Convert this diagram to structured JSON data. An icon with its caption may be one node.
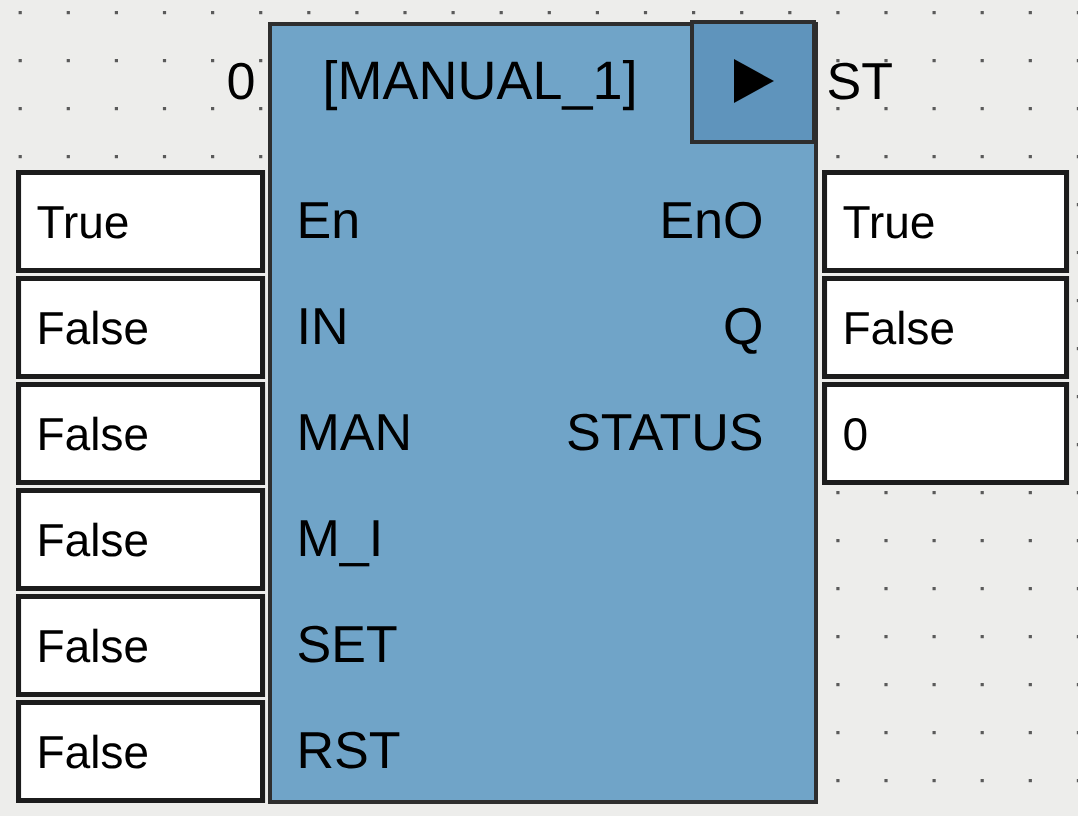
{
  "diagram": {
    "nodes": [
      {
        "text": [
          "[MANUAL_1]",
          "En",
          "EnO",
          "IN",
          "Q",
          "MAN",
          "STATUS",
          "M_I",
          "SET",
          "RST"
        ],
        "beside": [
          "0",
          "ST"
        ]
      },
      {
        "text": [
          "True"
        ]
      },
      {
        "text": [
          "True"
        ]
      },
      {
        "text": [
          "False"
        ]
      },
      {
        "text": [
          "False"
        ]
      },
      {
        "text": [
          "False"
        ]
      },
      {
        "text": [
          "0"
        ]
      },
      {
        "text": [
          "False"
        ]
      },
      {
        "text": [
          "False"
        ]
      },
      {
        "text": [
          "False"
        ]
      }
    ]
  }
}
